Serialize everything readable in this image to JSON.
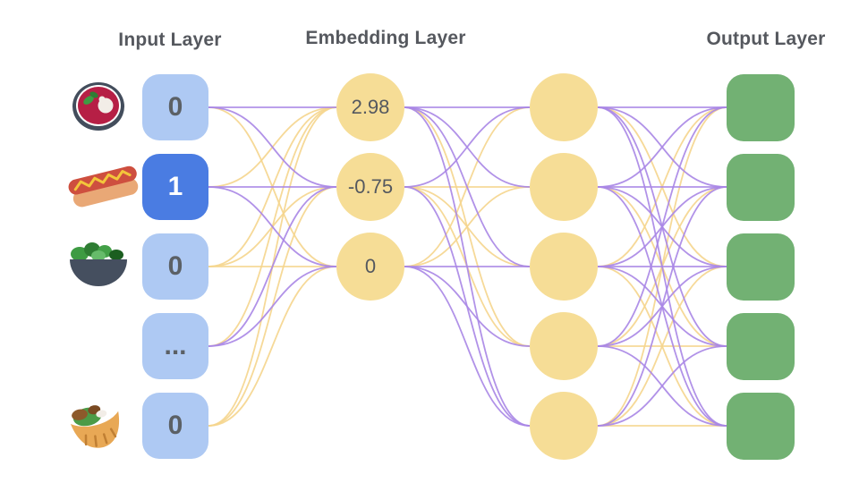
{
  "titles": {
    "input": "Input Layer",
    "embedding": "Embedding Layer",
    "output": "Output Layer"
  },
  "colors": {
    "input_box_blue": "#aec9f3",
    "input_box_active_blue": "#4a7ce2",
    "node_yellow": "#f6dd96",
    "node_green": "#72b173",
    "edge_purple": "#a886e6",
    "edge_yellow": "#f5d58d",
    "text_gray": "#55585e"
  },
  "layers": {
    "input": {
      "nodes": [
        {
          "value": "0",
          "icon": "soup-icon",
          "active": false
        },
        {
          "value": "1",
          "icon": "hotdog-icon",
          "active": true
        },
        {
          "value": "0",
          "icon": "salad-icon",
          "active": false
        },
        {
          "value": "...",
          "icon": null,
          "active": false
        },
        {
          "value": "0",
          "icon": "pita-icon",
          "active": false
        }
      ]
    },
    "embedding": {
      "nodes": [
        {
          "value": "2.98"
        },
        {
          "value": "-0.75"
        },
        {
          "value": "0"
        }
      ]
    },
    "hidden": {
      "node_count": 5
    },
    "output": {
      "node_count": 5
    }
  },
  "edges": {
    "input_embedding": [
      [
        "p",
        "p",
        "y"
      ],
      [
        "y",
        "p",
        "p"
      ],
      [
        "y",
        "y",
        "y"
      ],
      [
        "y",
        "p",
        "p"
      ],
      [
        "y",
        "y",
        "y"
      ]
    ],
    "embedding_hidden": [
      [
        "p",
        "p",
        "p",
        "y",
        "p"
      ],
      [
        "p",
        "y",
        "y",
        "y",
        "p"
      ],
      [
        "y",
        "y",
        "p",
        "p",
        "p"
      ]
    ],
    "hidden_output": [
      [
        "p",
        "p",
        "y",
        "p",
        "p"
      ],
      [
        "p",
        "p",
        "p",
        "y",
        "p"
      ],
      [
        "y",
        "p",
        "p",
        "p",
        "y"
      ],
      [
        "p",
        "y",
        "p",
        "y",
        "p"
      ],
      [
        "y",
        "p",
        "y",
        "p",
        "y"
      ]
    ]
  }
}
